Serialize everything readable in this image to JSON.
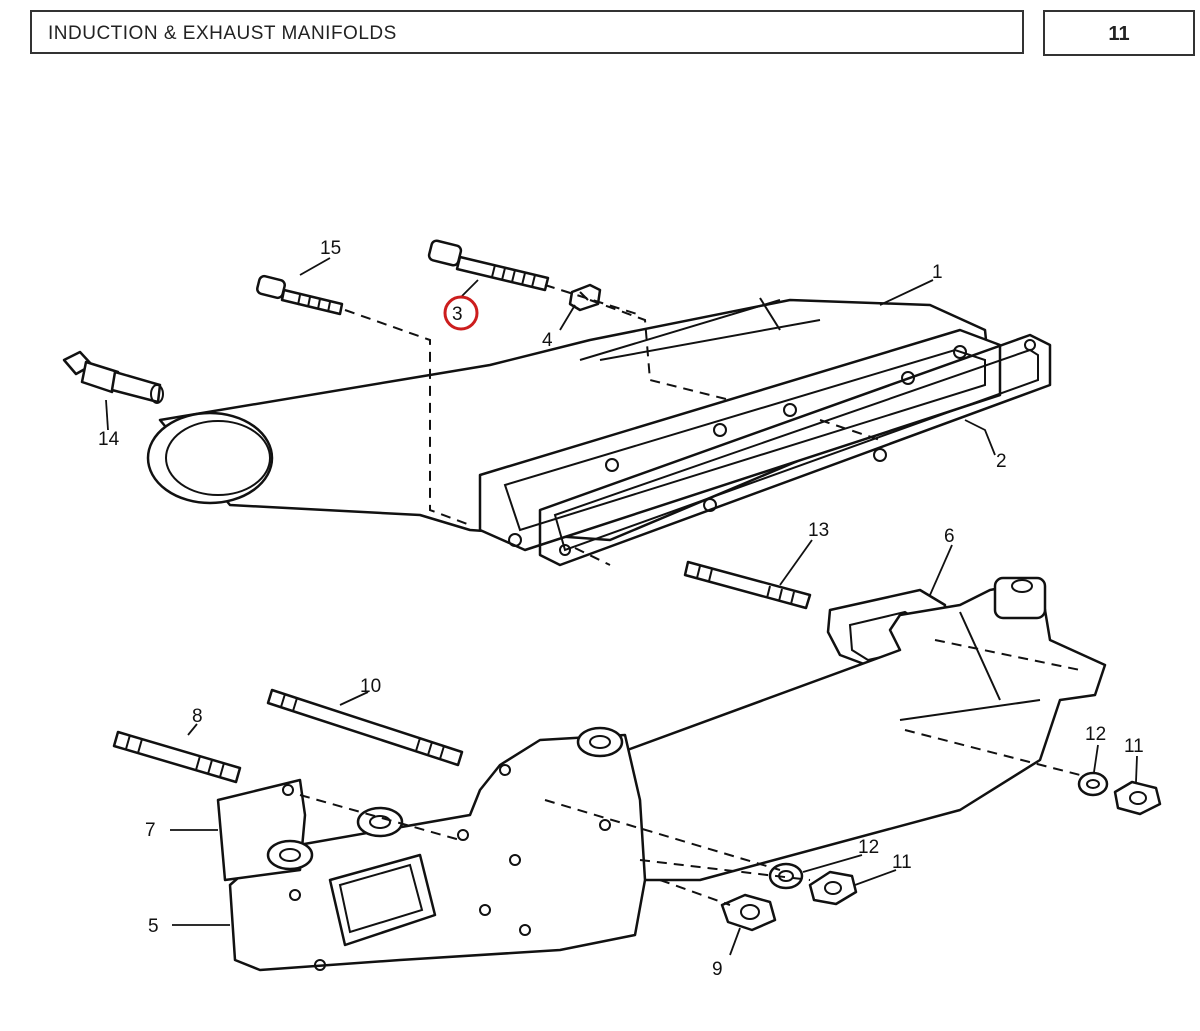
{
  "header": {
    "title": "INDUCTION & EXHAUST MANIFOLDS",
    "page_number": "11"
  },
  "callouts": {
    "c1": "1",
    "c2": "2",
    "c3": "3",
    "c4": "4",
    "c5": "5",
    "c6": "6",
    "c7": "7",
    "c8": "8",
    "c9": "9",
    "c10": "10",
    "c11a": "11",
    "c11b": "11",
    "c12a": "12",
    "c12b": "12",
    "c13": "13",
    "c14": "14",
    "c15": "15"
  },
  "highlight": {
    "part": "3",
    "color": "#cc1d1d"
  }
}
